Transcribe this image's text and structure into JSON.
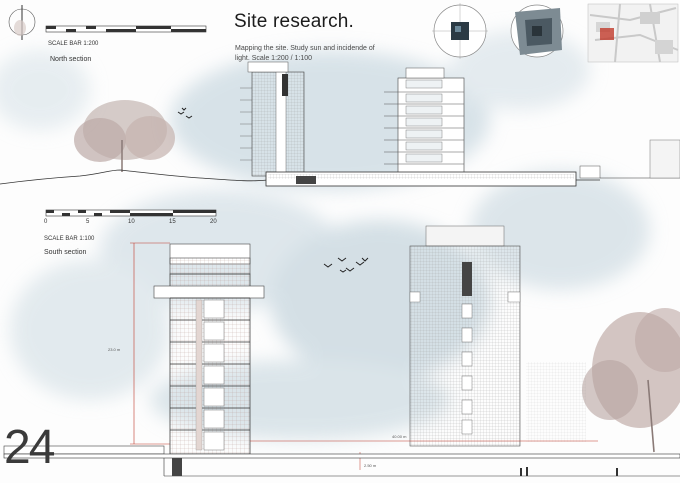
{
  "sheet": {
    "title": "Site research.",
    "subtitle": "Mapping the site. Study sun and incidende of light. Scale 1:200 / 1:100",
    "page_number": "24"
  },
  "north": {
    "scale_label": "SCALE BAR 1:200",
    "section_label": "North section"
  },
  "south": {
    "scale_label": "SCALE BAR 1:100",
    "section_label": "South section",
    "scale_ticks": [
      "0",
      "5",
      "10",
      "15",
      "20"
    ]
  },
  "dimensions": {
    "height_note": "23.0 m",
    "width_note": "40.00 m",
    "ground_note": "2.50 m"
  },
  "colors": {
    "ink": "#3a3a3a",
    "dim_red": "#c0392b",
    "wash": "#b9cdd8",
    "tree": "#b8a6a2"
  },
  "icons": [
    "north-arrow-icon",
    "sun-path-diagram-icon",
    "site-plan-thumbnail-icon",
    "location-map-thumbnail-icon",
    "birds-icon",
    "tree-icon"
  ]
}
